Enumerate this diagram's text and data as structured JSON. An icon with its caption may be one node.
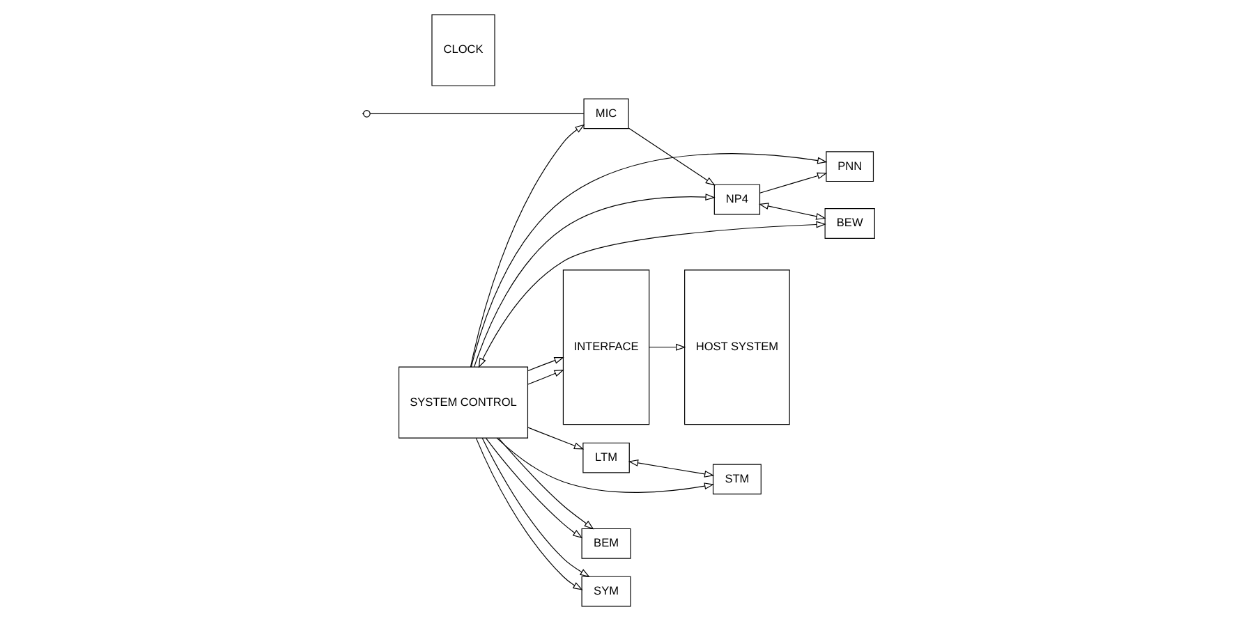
{
  "diagram": {
    "nodes": [
      {
        "text": [
          "MIC"
        ]
      },
      {
        "text": [
          "NP4"
        ]
      },
      {
        "text": [
          "BEW"
        ]
      },
      {
        "text": [
          "PNN"
        ]
      },
      {
        "text": [
          "BEM"
        ]
      },
      {
        "text": [
          "SYM"
        ]
      },
      {
        "text": [
          "LTM"
        ]
      },
      {
        "text": [
          "STM"
        ]
      },
      {
        "text": [
          "INTERFACE"
        ]
      },
      {
        "text": [
          "HOST SYSTEM"
        ]
      },
      {
        "text": [
          "CLOCK"
        ]
      },
      {
        "text": [
          "SYSTEM CONTROL"
        ]
      }
    ],
    "edges": [
      {
        "from": null,
        "to": 0,
        "arrow": "other"
      },
      {
        "from": 0,
        "to": 1,
        "arrow": "to"
      },
      {
        "from": 1,
        "to": 2,
        "arrow": "both"
      },
      {
        "from": 1,
        "to": 3,
        "arrow": "to"
      },
      {
        "from": 11,
        "to": 2,
        "arrow": "both"
      },
      {
        "from": 11,
        "to": 0,
        "arrow": "to"
      },
      {
        "from": 11,
        "to": 1,
        "arrow": "to"
      },
      {
        "from": 11,
        "to": 3,
        "arrow": "to"
      },
      {
        "from": 11,
        "to": 4,
        "arrow": "to"
      },
      {
        "from": 11,
        "to": 5,
        "arrow": "to"
      },
      {
        "from": 11,
        "to": 6,
        "arrow": "to"
      },
      {
        "from": 11,
        "to": 7,
        "arrow": "to"
      },
      {
        "from": 11,
        "to": 4,
        "arrow": "to"
      },
      {
        "from": 11,
        "to": 5,
        "arrow": "to"
      },
      {
        "from": 11,
        "to": 8,
        "arrow": "to"
      },
      {
        "from": 11,
        "to": 8,
        "arrow": "to"
      },
      {
        "from": 6,
        "to": 7,
        "arrow": "both"
      },
      {
        "from": 8,
        "to": 9,
        "arrow": "to"
      }
    ]
  }
}
